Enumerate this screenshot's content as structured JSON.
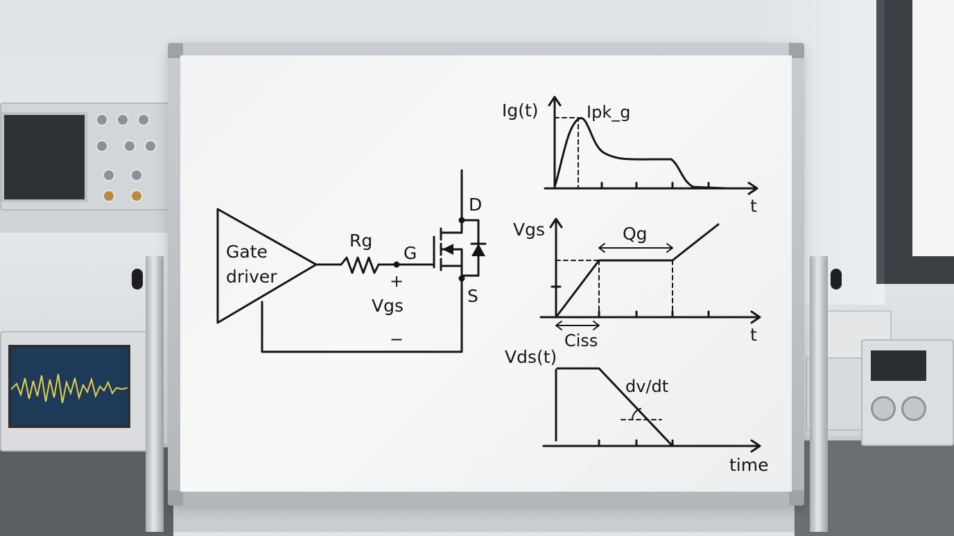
{
  "scene": {
    "background": "electronics lab",
    "ink_color": "#151515",
    "board_color": "#f3f4f5"
  },
  "circuit": {
    "driver_line1": "Gate",
    "driver_line2": "driver",
    "resistor_label": "Rg",
    "gate_label": "G",
    "drain_label": "D",
    "source_label": "S",
    "vgs_label": "Vgs",
    "plus": "+",
    "minus": "−"
  },
  "plot_ig": {
    "ylabel": "Ig(t)",
    "peak_label": "Ipk_g",
    "xlabel": "t"
  },
  "plot_vgs": {
    "ylabel": "Vgs",
    "plateau_label": "Qg",
    "cap_label": "Ciss",
    "xlabel": "t"
  },
  "plot_vds": {
    "ylabel": "Vds(t)",
    "slope_label": "dv/dt",
    "xlabel": "time"
  }
}
